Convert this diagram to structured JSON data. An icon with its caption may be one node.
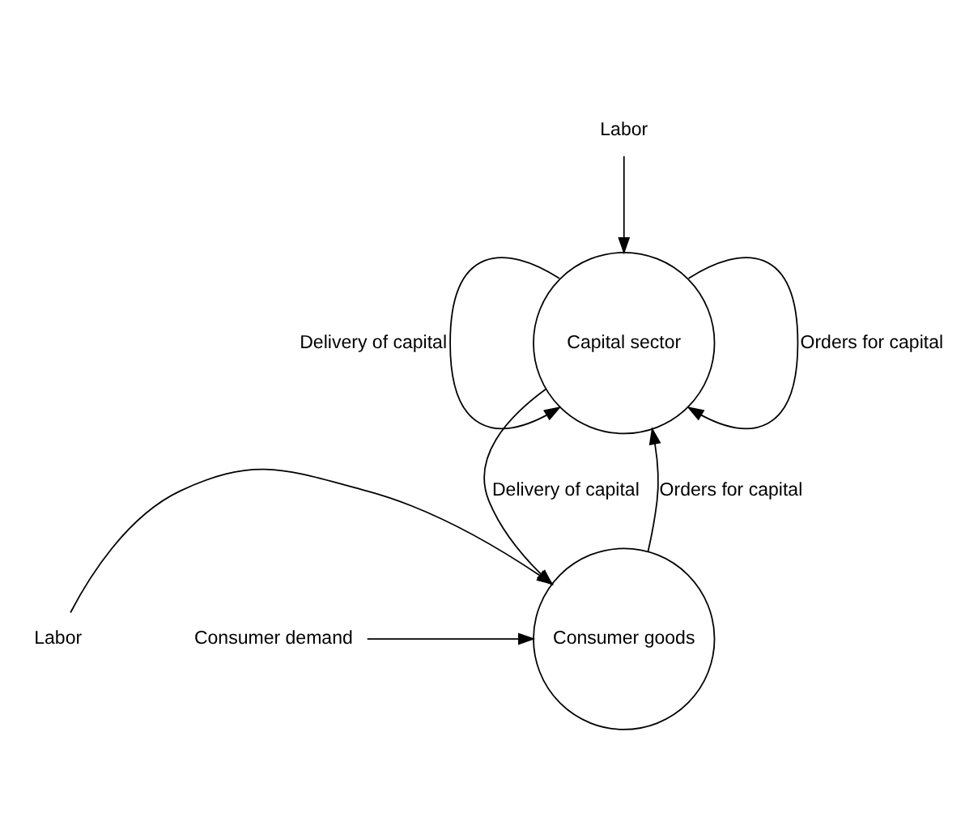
{
  "diagram": {
    "nodes": [
      {
        "text": [
          "Labor"
        ]
      },
      {
        "text": [
          "Capital sector"
        ]
      },
      {
        "text": [
          "Labor"
        ]
      },
      {
        "text": [
          "Consumer goods"
        ]
      },
      {
        "text": [
          "Consumer demand"
        ]
      }
    ],
    "edges": [
      {
        "from": 0,
        "to": 1,
        "arrow": "to"
      },
      {
        "from": 1,
        "to": 1,
        "arrow": "to",
        "label": "Delivery of capital"
      },
      {
        "from": 1,
        "to": 1,
        "arrow": "to",
        "label": "Orders for capital"
      },
      {
        "from": 1,
        "to": 3,
        "arrow": "to",
        "label": "Delivery of capital"
      },
      {
        "from": 3,
        "to": 1,
        "arrow": "to",
        "label": "Orders for capital"
      },
      {
        "from": 2,
        "to": 3,
        "arrow": "to"
      },
      {
        "from": 4,
        "to": 3,
        "arrow": "to"
      }
    ]
  }
}
